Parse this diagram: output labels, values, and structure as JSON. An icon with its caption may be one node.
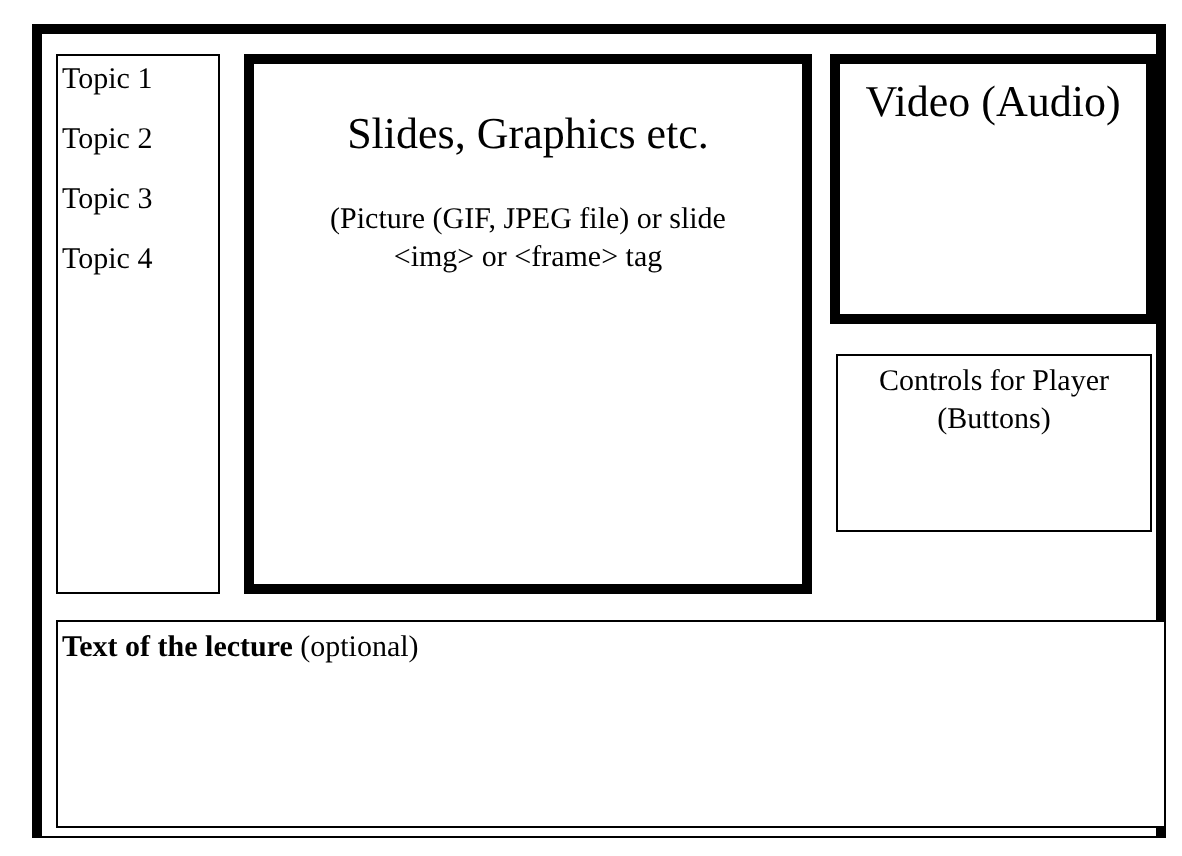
{
  "diagram": {
    "nodes": [
      {
        "text": [],
        "shape": "box"
      },
      {
        "text": [
          "Topic 1",
          "Topic 2",
          "Topic 3",
          "Topic 4"
        ],
        "in": 0
      },
      {
        "text": [
          "Slides, Graphics etc.",
          "(Picture (GIF, JPEG file) or slide",
          "<img> or <frame> tag"
        ],
        "in": 0
      },
      {
        "text": [
          "Video (Audio)"
        ],
        "in": 0
      },
      {
        "text": [
          "Controls for Player (Buttons)"
        ],
        "in": 0
      },
      {
        "text": [
          "**Text of the lecture** (optional)"
        ],
        "in": 0
      }
    ]
  }
}
